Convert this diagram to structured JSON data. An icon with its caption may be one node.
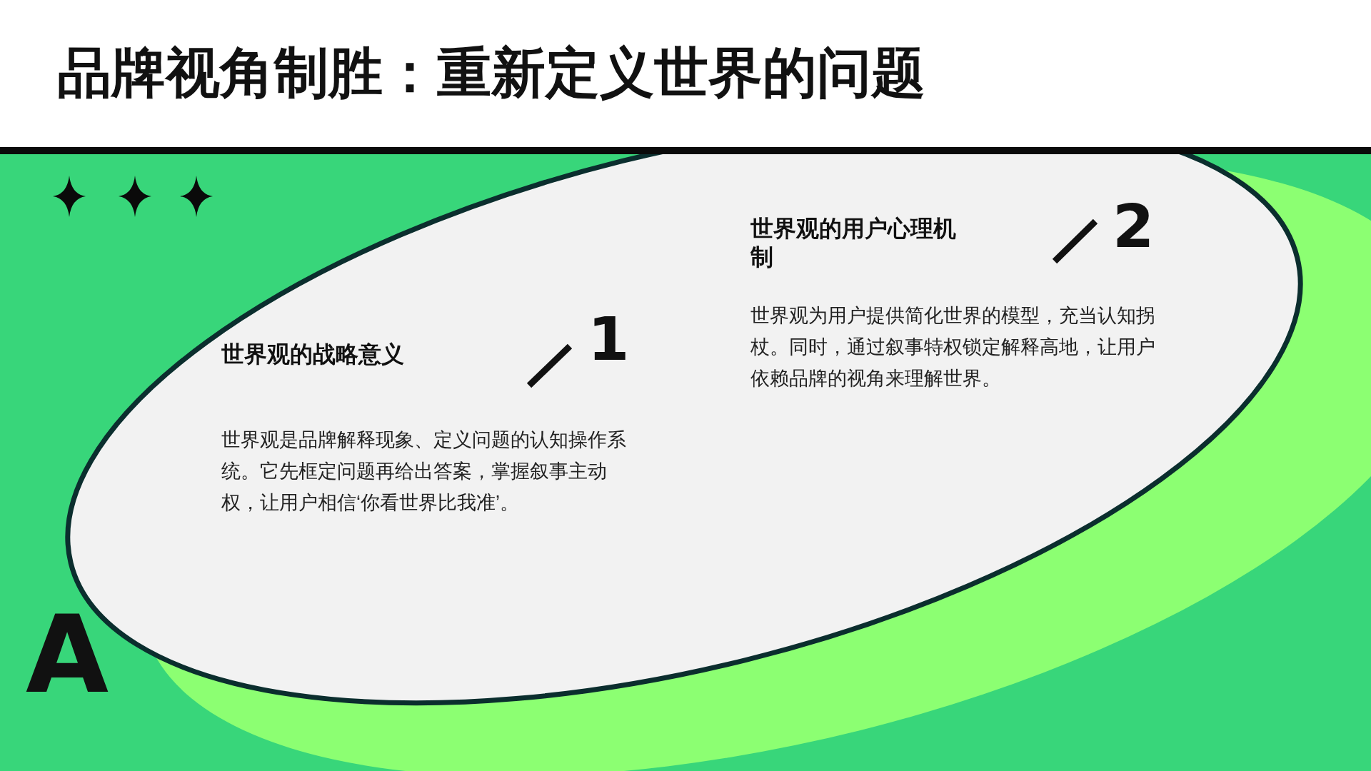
{
  "diagram": {
    "title": "品牌视角制胜：重新定义世界的问题",
    "labels": [
      "世界观的用户心理机制",
      "2",
      "世界观为用户提供简化世界的模型，充当认知拐杖。同时，通过叙事特权锁定解释高地，让用户依赖品牌的视角来理解世界。",
      "1",
      "世界观的战略意义",
      "世界观是品牌解释现象、定义问题的认知操作系统。它先框定问题再给出答案，掌握叙事主动权，让用户相信‘你看世界比我准’。",
      "A"
    ]
  }
}
